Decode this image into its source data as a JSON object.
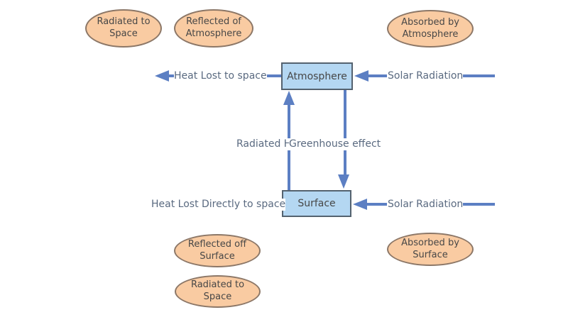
{
  "colors": {
    "background": "#FFFFFF",
    "ellipse_fill": "#F9CBA2",
    "ellipse_border": "#8C7767",
    "box_fill": "#B4D7F2",
    "box_border": "#54626F",
    "arrow": "#5C7FC3",
    "label_text": "#5A6A80",
    "node_text": "#474747"
  },
  "nodes": [
    {
      "id": "atmosphere",
      "label": "Atmosphere"
    },
    {
      "id": "surface",
      "label": "Surface"
    }
  ],
  "ellipses": [
    {
      "id": "radiated-to-space-top",
      "text": "Radiated to\nSpace"
    },
    {
      "id": "reflected-of-atmosphere",
      "text": "Reflected of\nAtmosphere"
    },
    {
      "id": "absorbed-by-atmosphere",
      "text": "Absorbed by\nAtmosphere"
    },
    {
      "id": "reflected-off-surface",
      "text": "Reflected off\nSurface"
    },
    {
      "id": "absorbed-by-surface",
      "text": "Absorbed by\nSurface"
    },
    {
      "id": "radiated-to-space-bottom",
      "text": "Radiated to\nSpace"
    }
  ],
  "arrows": {
    "heat_lost_space": "Heat Lost to space",
    "solar_radiation_top": "Solar Radiation",
    "radiated_heat": "Radiated Heat",
    "greenhouse_effect": "Greenhouse effect",
    "heat_lost_direct": "Heat Lost Directly to space",
    "solar_radiation_bottom": "Solar Radiation"
  }
}
